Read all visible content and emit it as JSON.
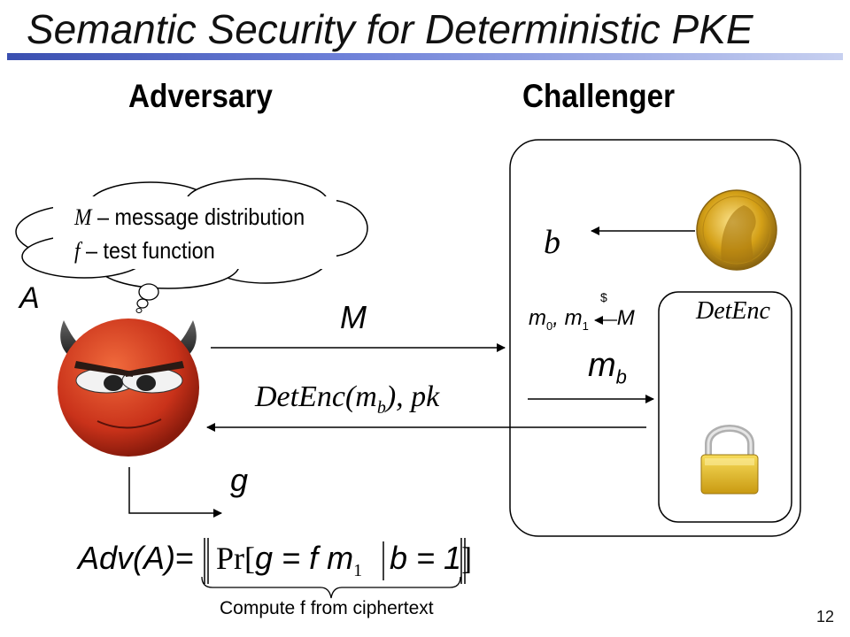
{
  "slide": {
    "title": "Semantic Security for Deterministic PKE",
    "adversary_heading": "Adversary",
    "challenger_heading": "Challenger",
    "page_number": "12"
  },
  "thought": {
    "line1_symbol": "M",
    "line1_text": " – message distribution",
    "line2_symbol": "f",
    "line2_text": " – test function"
  },
  "adversary": {
    "label": "A",
    "output_label": "g"
  },
  "challenger": {
    "bit_label": "b",
    "sample_prefix": "m",
    "sample_sub0": "0",
    "sample_mid": ", m",
    "sample_sub1": "1",
    "sample_suffix": "M",
    "dollar": "$",
    "det_enc_box_label": "DetEnc",
    "mb_base": "m",
    "mb_sub": "b"
  },
  "messages": {
    "to_challenger": "M",
    "from_challenger_prefix": "DetEnc(",
    "from_challenger_m": "m",
    "from_challenger_sub": "b",
    "from_challenger_suffix": "), pk"
  },
  "formula": {
    "lhs": "Adv(A)",
    "eq": "=",
    "pr": "Pr",
    "open": "[",
    "g_eq": "g = f ",
    "m": "m",
    "m_sub": "1",
    "given": "b = 1",
    "close": "]",
    "brace_caption": "Compute f from ciphertext"
  },
  "colors": {
    "title_bar": "#3a4fb0",
    "devil_face": "#c9321a",
    "coin_gold": "#d4a017",
    "lock_gold": "#e8c020"
  }
}
